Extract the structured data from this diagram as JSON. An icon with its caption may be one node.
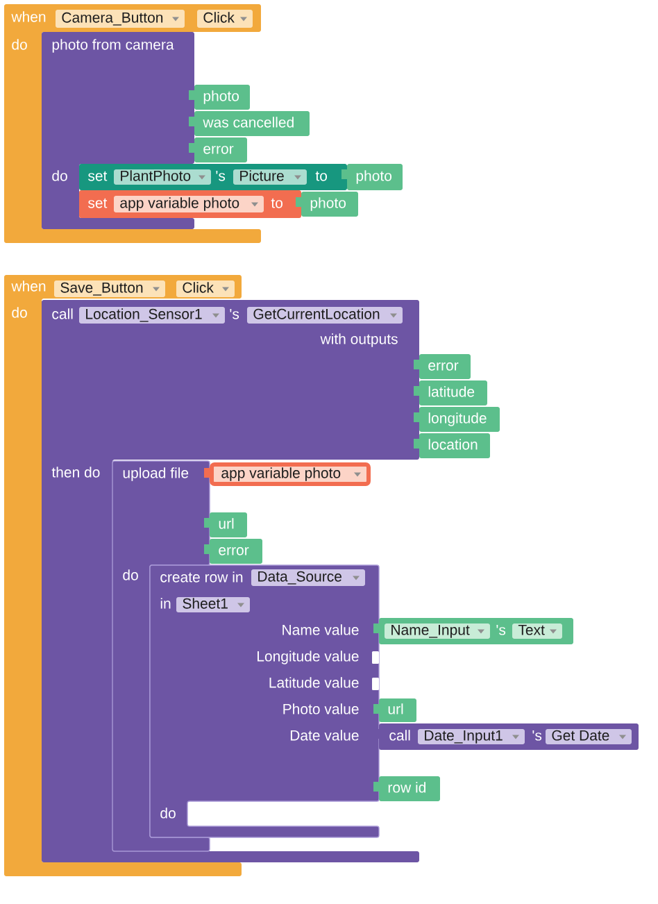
{
  "diagram": {
    "nodes": [
      {
        "text": [
          "when",
          "do"
        ]
      },
      {
        "text": [
          "Camera_Button"
        ],
        "in": 0
      },
      {
        "text": [
          "Click"
        ],
        "in": 0
      },
      {
        "text": [
          "photo from camera",
          "do"
        ],
        "in": 0
      },
      {
        "text": [
          "photo"
        ],
        "in": 0
      },
      {
        "text": [
          "was cancelled"
        ]
      },
      {
        "text": [
          "error"
        ],
        "in": 0
      },
      {
        "text": [
          "set",
          "'s",
          "to"
        ]
      },
      {
        "text": [
          "PlantPhoto"
        ],
        "in": 7
      },
      {
        "text": [
          "Picture"
        ],
        "in": 7
      },
      {
        "text": [
          "photo"
        ]
      },
      {
        "text": [
          "set",
          "to"
        ]
      },
      {
        "text": [
          "app variable photo"
        ],
        "in": 11
      },
      {
        "text": [
          "photo"
        ]
      },
      {
        "text": [
          "when",
          "do"
        ]
      },
      {
        "text": [
          "Save_Button"
        ],
        "in": 14
      },
      {
        "text": [
          "Click"
        ],
        "in": 14
      },
      {
        "text": [
          "call",
          "'s",
          "with outputs",
          "then do"
        ]
      },
      {
        "text": [
          "Location_Sensor1"
        ],
        "in": 17
      },
      {
        "text": [
          "GetCurrentLocation"
        ],
        "in": 17
      },
      {
        "text": [
          "error"
        ]
      },
      {
        "text": [
          "latitude"
        ]
      },
      {
        "text": [
          "longitude"
        ]
      },
      {
        "text": [
          "location"
        ]
      },
      {
        "text": [
          "upload file",
          "do"
        ],
        "in": 17
      },
      {
        "text": [
          "app variable photo"
        ],
        "in": 17
      },
      {
        "text": [
          "url"
        ],
        "in": 17
      },
      {
        "text": [
          "error"
        ],
        "in": 17
      },
      {
        "text": [
          "create row in",
          "in",
          "Name value",
          "Longitude value",
          "Latitude value",
          "Photo value",
          "Date value",
          "do"
        ],
        "in": 17
      },
      {
        "text": [
          "Data_Source"
        ],
        "in": 28
      },
      {
        "text": [
          "Sheet1"
        ],
        "in": 28
      },
      {
        "text": [
          "'s"
        ]
      },
      {
        "text": [
          "Name_Input"
        ],
        "in": 31
      },
      {
        "text": [
          "Text"
        ],
        "in": 31
      },
      {
        "text": [
          "url"
        ],
        "in": 17
      },
      {
        "text": [
          "call",
          "'s"
        ]
      },
      {
        "text": [
          "Date_Input1"
        ],
        "in": 35
      },
      {
        "text": [
          "Get Date"
        ],
        "in": 35
      },
      {
        "text": [
          "row id"
        ]
      }
    ]
  }
}
